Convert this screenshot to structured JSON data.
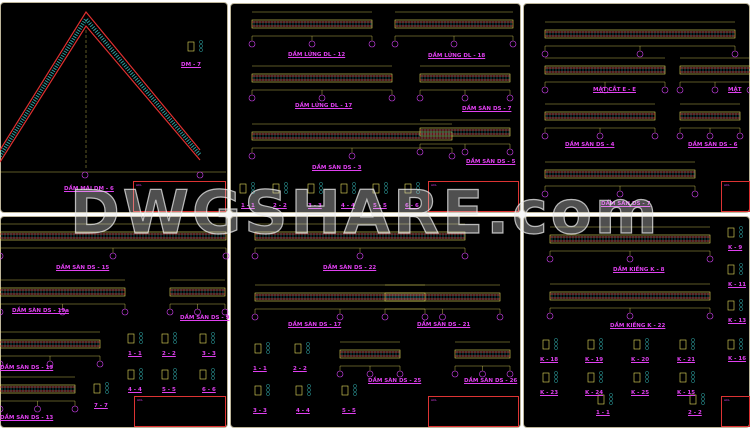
{
  "watermark": "DWGSHARE.com",
  "sheets": [
    {
      "titles": [
        "DẦM MÁI DM - 6",
        "DM - 7"
      ]
    },
    {
      "titles": [
        "DẦM LỬNG DL - 12",
        "DẦM LỬNG DL - 18",
        "DẦM LỬNG DL - 17",
        "DẦM SÀN DS - 3",
        "DẦM SÀN DS - 7",
        "DẦM SÀN DS - 5"
      ],
      "sections": [
        "1 - 1",
        "2 - 2",
        "3 - 3",
        "4 - 4",
        "5 - 5",
        "6 - 6"
      ]
    },
    {
      "titles": [
        "MẶT CẮT E - E",
        "MẶT",
        "DẦM SÀN DS - 4",
        "DẦM SÀN DS - 6",
        "DẦM SÀN DS - 7"
      ]
    },
    {
      "titles": [
        "DẦM SÀN DS - 15",
        "DẦM SÀN DS - 19a",
        "DẦM SÀN DS - 9",
        "DẦM SÀN DS - 19",
        "DẦM SÀN DS - 13"
      ],
      "sections": [
        "1 - 1",
        "2 - 2",
        "3 - 3",
        "4 - 4",
        "5 - 5",
        "6 - 6",
        "7 - 7"
      ]
    },
    {
      "titles": [
        "DẦM SÀN DS - 22",
        "DẦM SÀN DS - 17",
        "DẦM SÀN DS - 21",
        "DẦM SÀN DS - 25",
        "DẦM SÀN DS - 26"
      ],
      "sections": [
        "1 - 1",
        "2 - 2",
        "3 - 3",
        "4 - 4",
        "5 - 5"
      ]
    },
    {
      "titles": [
        "DẦM KIỀNG K - 8",
        "DẦM KIỀNG K - 22"
      ],
      "sections": [
        "K - 18",
        "K - 19",
        "K - 20",
        "K - 21",
        "K - 23",
        "K - 24",
        "K - 25",
        "K - 15",
        "K - 9",
        "K - 11",
        "K - 13",
        "K - 16",
        "1 - 1",
        "2 - 2"
      ]
    }
  ],
  "colors": {
    "background": "#000000",
    "title": "#e040f0",
    "rebar": "#e03030",
    "stirrup": "#40e0e0",
    "dimension": "#e8e060",
    "grid": "#d040f0"
  }
}
